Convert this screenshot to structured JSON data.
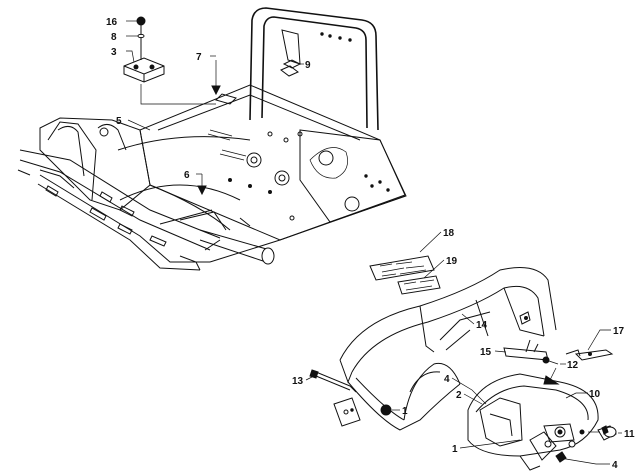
{
  "diagram": {
    "callouts": [
      {
        "id": "c16",
        "label": "16"
      },
      {
        "id": "c8",
        "label": "8"
      },
      {
        "id": "c3",
        "label": "3"
      },
      {
        "id": "c7",
        "label": "7"
      },
      {
        "id": "c9",
        "label": "9"
      },
      {
        "id": "c5",
        "label": "5"
      },
      {
        "id": "c6",
        "label": "6"
      },
      {
        "id": "c18",
        "label": "18"
      },
      {
        "id": "c19",
        "label": "19"
      },
      {
        "id": "c14",
        "label": "14"
      },
      {
        "id": "c17",
        "label": "17"
      },
      {
        "id": "c15",
        "label": "15"
      },
      {
        "id": "c12",
        "label": "12"
      },
      {
        "id": "c13",
        "label": "13"
      },
      {
        "id": "c1a",
        "label": "1"
      },
      {
        "id": "c4a",
        "label": "4"
      },
      {
        "id": "c2",
        "label": "2"
      },
      {
        "id": "c10",
        "label": "10"
      },
      {
        "id": "c1b",
        "label": "1"
      },
      {
        "id": "c11",
        "label": "11"
      },
      {
        "id": "c4b",
        "label": "4"
      }
    ]
  }
}
